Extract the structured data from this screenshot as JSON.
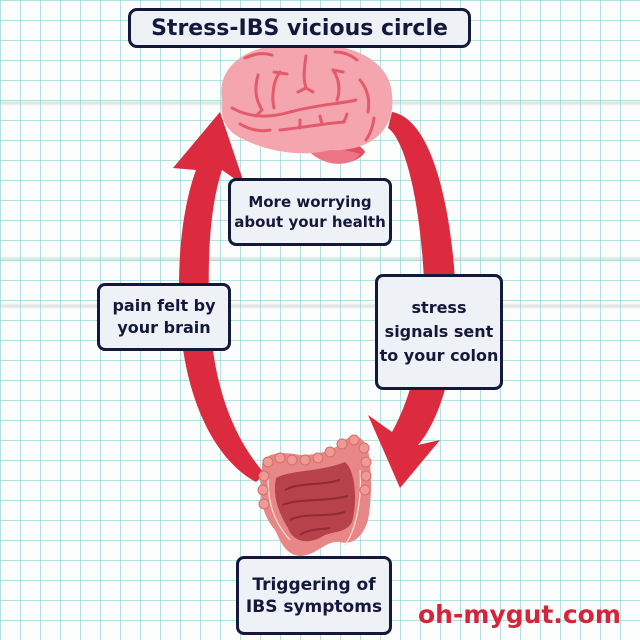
{
  "title": "Stress-IBS vicious circle",
  "cycle": {
    "worry": "More worrying about your health",
    "stress_signals": "stress signals sent to your colon",
    "trigger": "Triggering of IBS symptoms",
    "pain": "pain felt by your brain"
  },
  "website": "oh-mygut.com",
  "colors": {
    "arrow": "#dc2a3f",
    "brain": "#f4a5ad",
    "box_border": "#14183a",
    "box_fill": "#eef1f5",
    "website_text": "#d6253a"
  }
}
